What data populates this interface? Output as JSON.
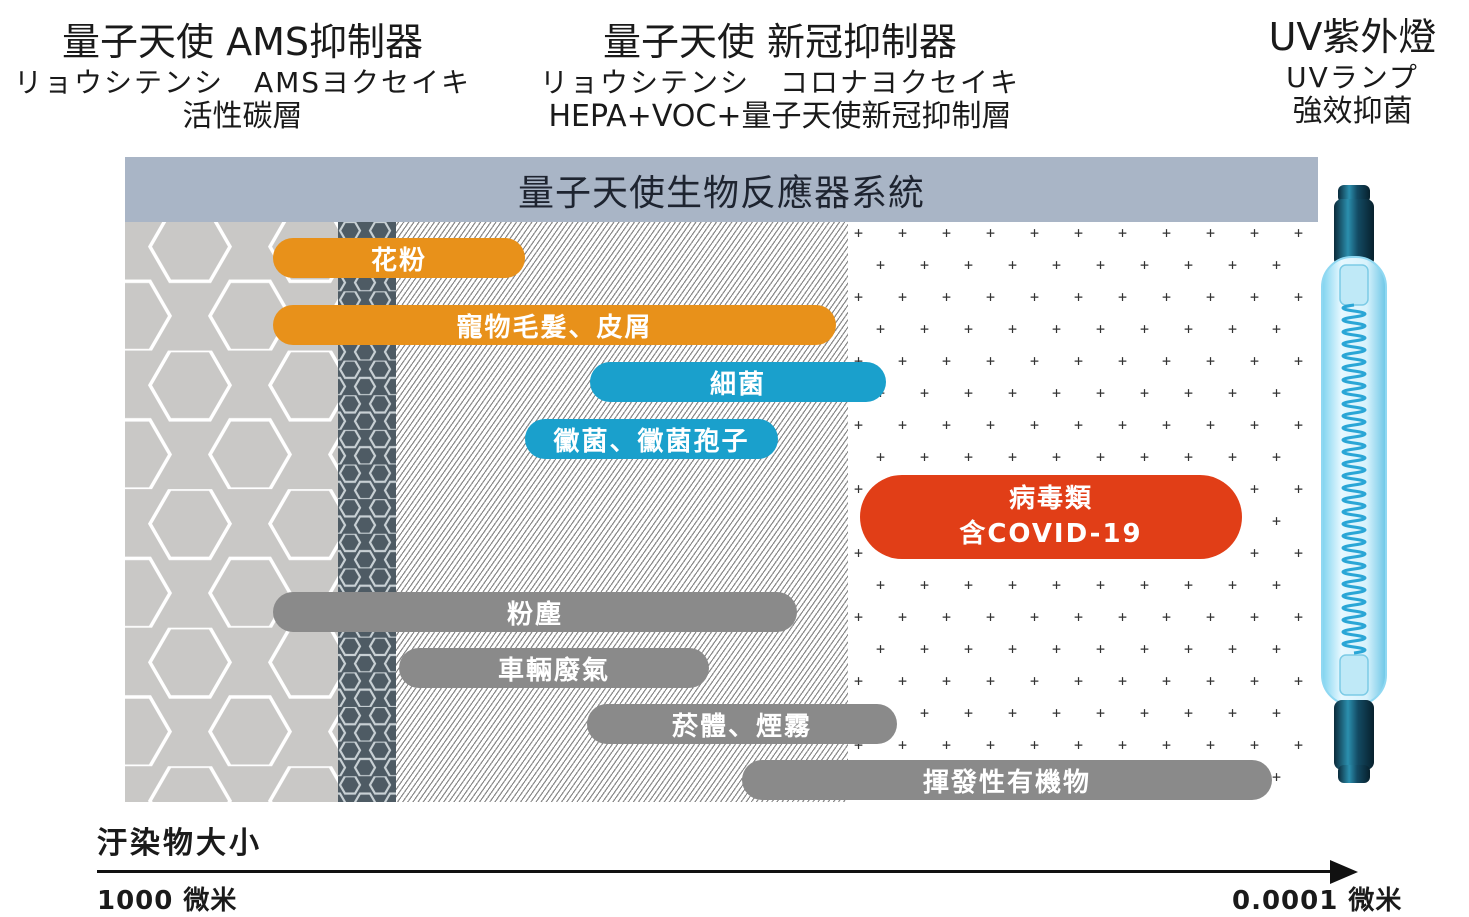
{
  "headers": {
    "ams": {
      "line1": "量子天使 AMS抑制器",
      "line2": "リョウシテンシ　AMSヨクセイキ",
      "line3": "活性碳層"
    },
    "covid": {
      "line1": "量子天使 新冠抑制器",
      "line2": "リョウシテンシ　コロナヨクセイキ",
      "line3": "HEPA+VOC+量子天使新冠抑制層"
    },
    "uv": {
      "line1": "UV紫外燈",
      "line2": "UVランプ",
      "line3": "強效抑菌"
    }
  },
  "system_bar": {
    "label": "量子天使生物反應器系統",
    "color": "#a9b5c6"
  },
  "pollutants": [
    {
      "id": "pollen",
      "label": "花粉",
      "color": "orange"
    },
    {
      "id": "pet-hair",
      "label": "寵物毛髮、皮屑",
      "color": "orange"
    },
    {
      "id": "bacteria",
      "label": "細菌",
      "color": "blue"
    },
    {
      "id": "mold",
      "label": "黴菌、黴菌孢子",
      "color": "blue"
    },
    {
      "id": "virus",
      "label": "病毒類",
      "label2": "含COVID-19",
      "color": "red"
    },
    {
      "id": "dust",
      "label": "粉塵",
      "color": "gray"
    },
    {
      "id": "exhaust",
      "label": "車輛廢氣",
      "color": "gray"
    },
    {
      "id": "smoke",
      "label": "菸體、煙霧",
      "color": "gray"
    },
    {
      "id": "voc",
      "label": "揮發性有機物",
      "color": "gray"
    }
  ],
  "colors": {
    "orange": "#e8911a",
    "blue": "#1aa0cc",
    "red": "#e13e17",
    "gray": "#8a8a8a"
  },
  "axis": {
    "title": "汙染物大小",
    "left_label": "1000 微米",
    "right_label": "0.0001 微米"
  }
}
